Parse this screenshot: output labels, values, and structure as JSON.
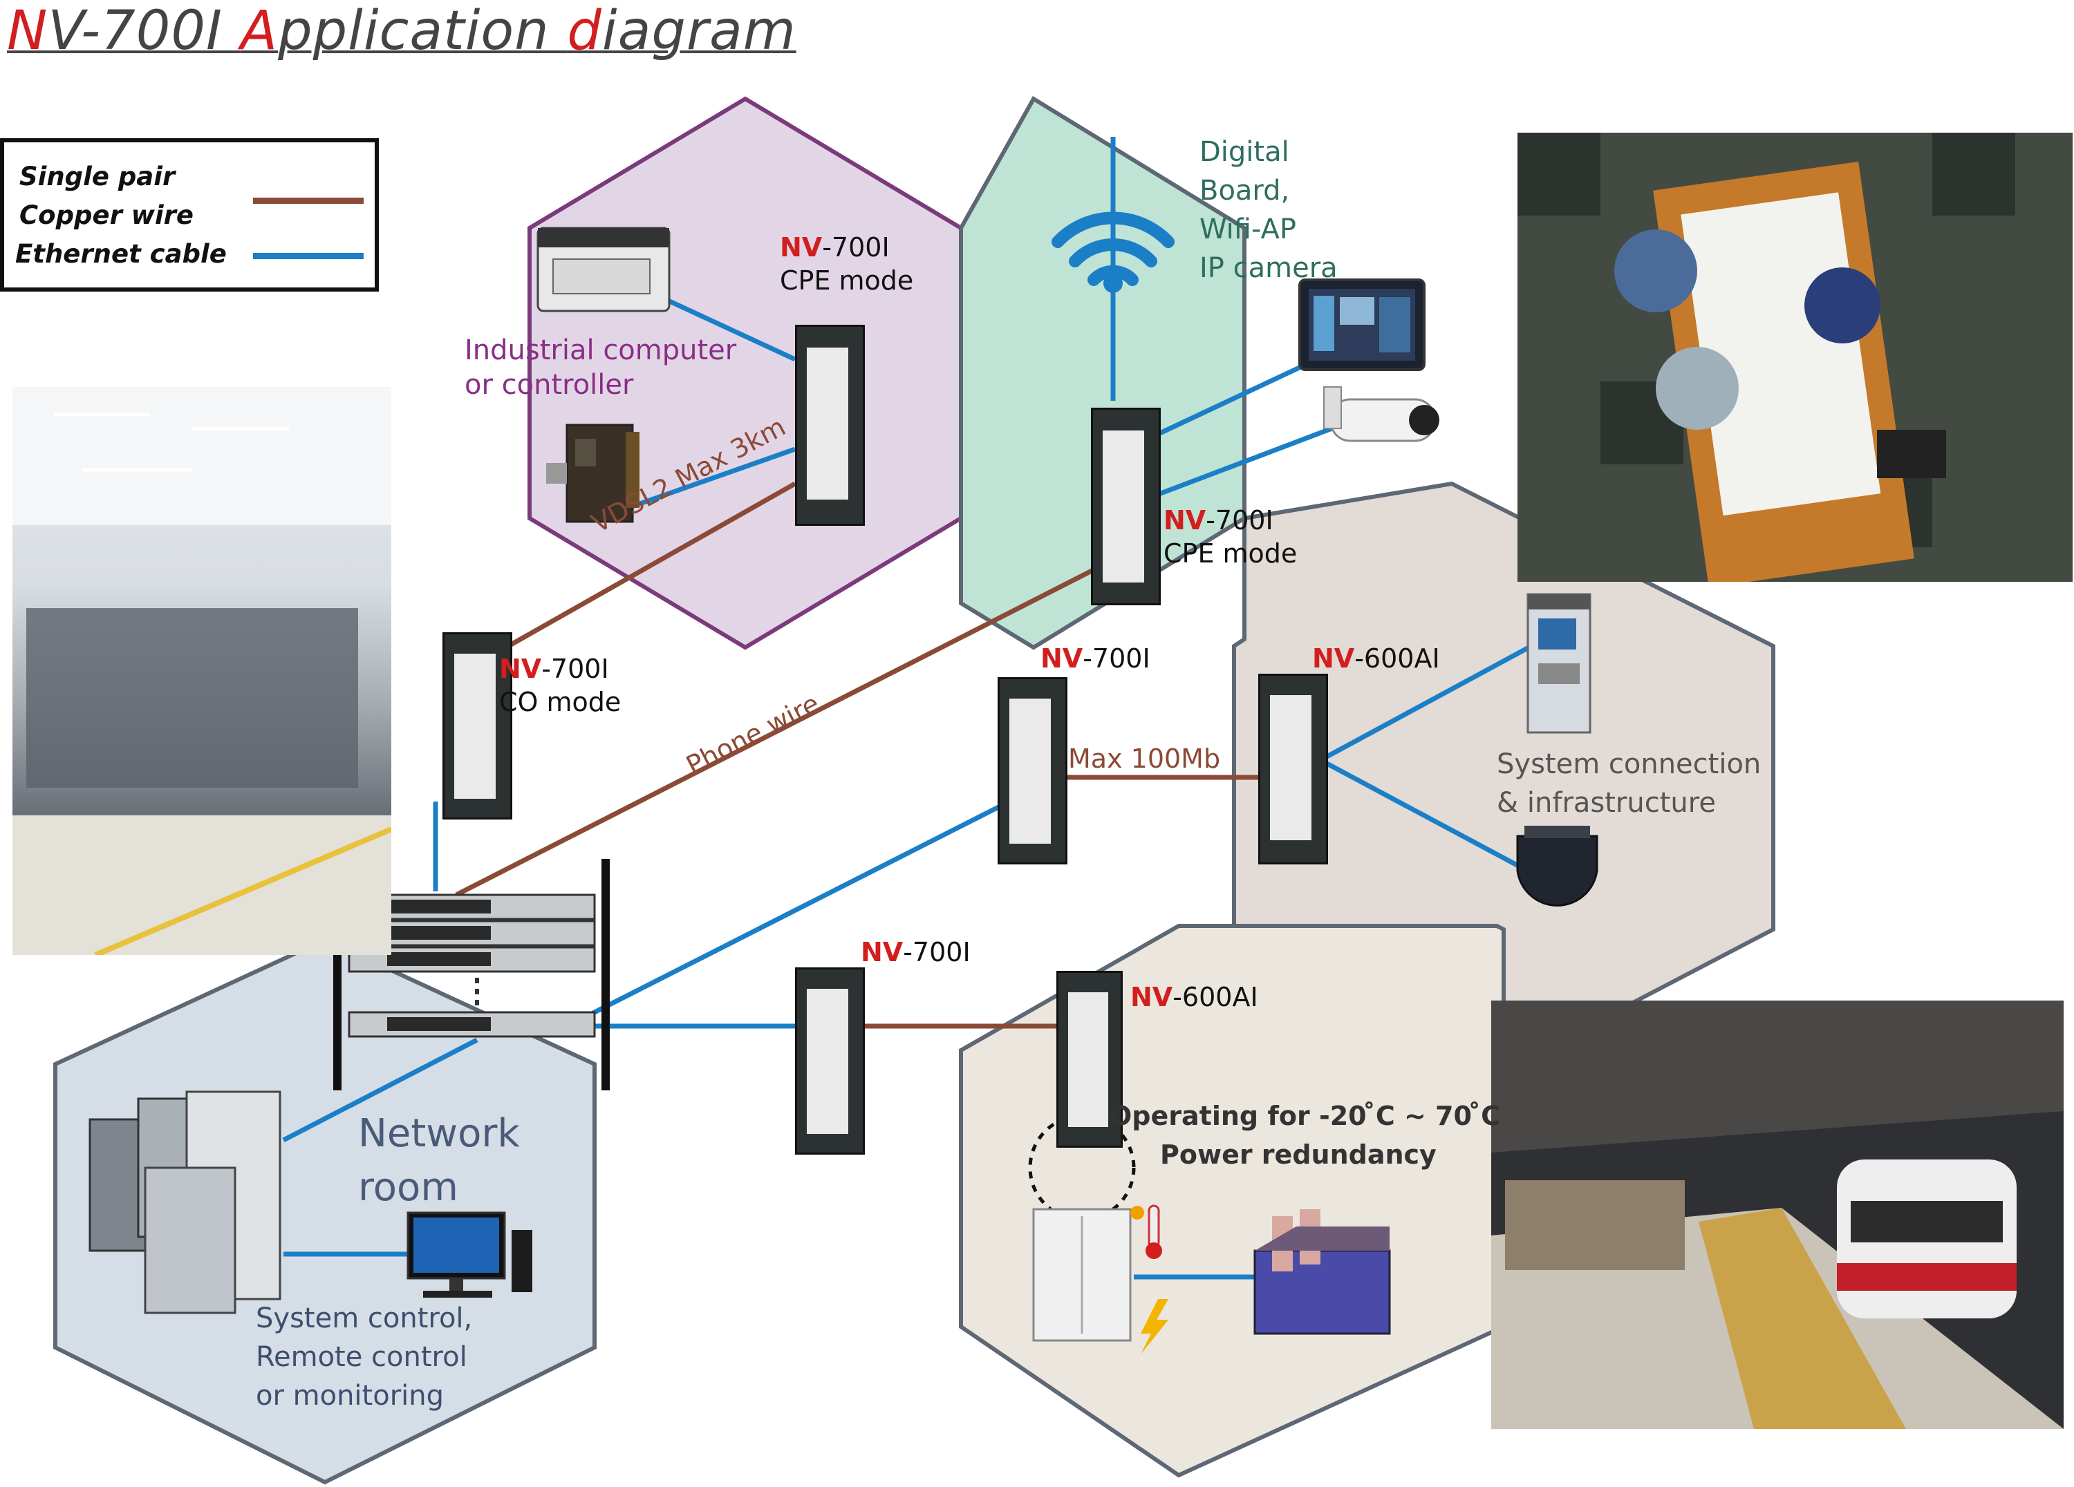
{
  "title": {
    "parts": [
      "N",
      "V-700I ",
      "A",
      "pplication ",
      "d",
      "iagram"
    ]
  },
  "legend": {
    "single_pair": "Single pair",
    "copper_wire": "Copper wire",
    "ethernet_cable": "Ethernet cable",
    "copper_color": "#8b4a36",
    "ethernet_color": "#1b7fc8"
  },
  "colors": {
    "purple_hex": "#e2d6e6",
    "purple_border": "#7b3a7c",
    "green_hex": "#bfe3d5",
    "beige_hex": "#e3dbd6",
    "warm_hex": "#ebe7df",
    "blue_hex": "#d5dee7",
    "hex_border": "#5e6774",
    "brand_red": "#d21e1e"
  },
  "labels": {
    "industrial_computer": [
      "Industrial computer",
      "or controller"
    ],
    "digital_board": [
      "Digital",
      "Board,",
      "Wifi-AP",
      "IP camera"
    ],
    "system_connection": [
      "System connection",
      "& infrastructure"
    ],
    "network_room": [
      "Network",
      "room"
    ],
    "system_control": [
      "System control,",
      "Remote control",
      "or monitoring"
    ],
    "operating_temp": "Operating for -20 ̊C ~ 70 ̊C",
    "power_redundancy": "Power redundancy",
    "vdsl2": "VDSL2 Max 3km",
    "phone_wire": "Phone wire",
    "max_100mb": "Max 100Mb"
  },
  "devices": {
    "nv700i_cpe_1": {
      "prefix": "NV",
      "model": "-700I",
      "mode": "CPE mode"
    },
    "nv700i_cpe_2": {
      "prefix": "NV",
      "model": "-700I",
      "mode": "CPE mode"
    },
    "nv700i_co": {
      "prefix": "NV",
      "model": "-700I",
      "mode": "CO mode"
    },
    "nv700i_mid": {
      "prefix": "NV",
      "model": "-700I"
    },
    "nv600ai_right": {
      "prefix": "NV",
      "model": "-600AI"
    },
    "nv700i_low": {
      "prefix": "NV",
      "model": "-700I"
    },
    "nv600ai_low": {
      "prefix": "NV",
      "model": "-600AI"
    }
  }
}
